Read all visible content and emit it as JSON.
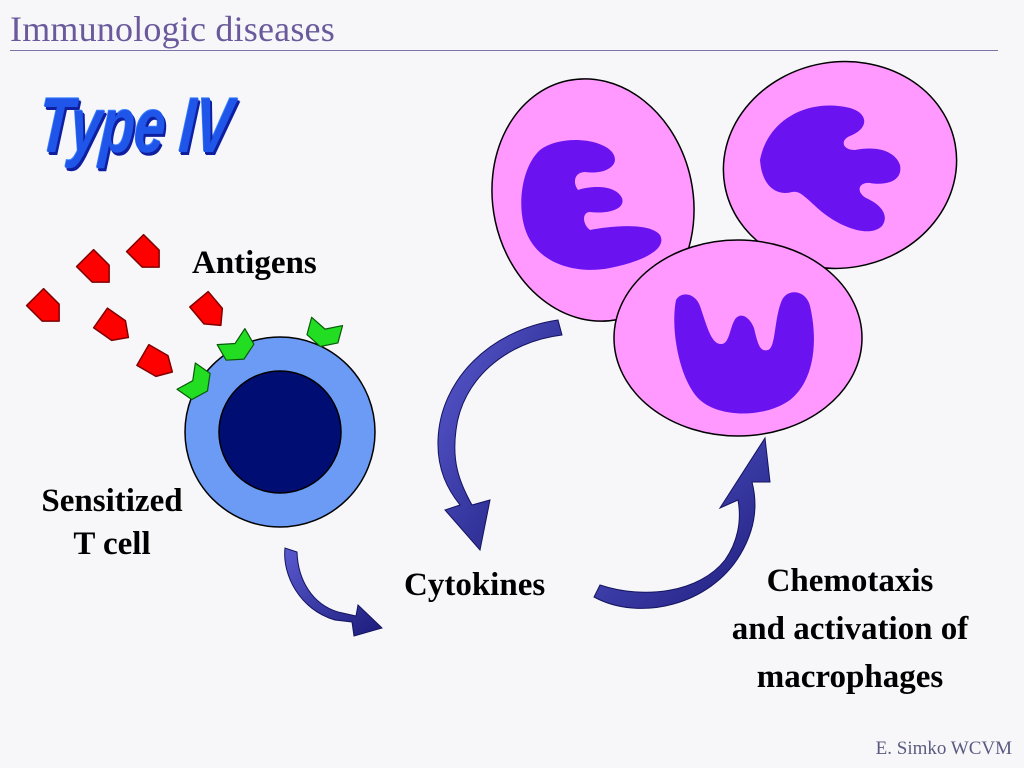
{
  "slide": {
    "title": "Immunologic diseases",
    "heading": "Type IV",
    "footer": "E. Simko WCVM"
  },
  "labels": {
    "antigens": "Antigens",
    "t_cell_line1": "Sensitized",
    "t_cell_line2": "T cell",
    "cytokines": "Cytokines",
    "chemo_line1": "Chemotaxis",
    "chemo_line2": "and activation of",
    "chemo_line3": "macrophages"
  },
  "colors": {
    "heading": "#1f55e8",
    "antigen": "#ff0000",
    "receptor": "#22dd22",
    "t_cell_cytoplasm": "#6b9bf5",
    "t_cell_nucleus": "#000d73",
    "macrophage_cytoplasm": "#ff99ff",
    "macrophage_nucleus": "#6a12f0",
    "arrow": "#2d2d9e"
  }
}
